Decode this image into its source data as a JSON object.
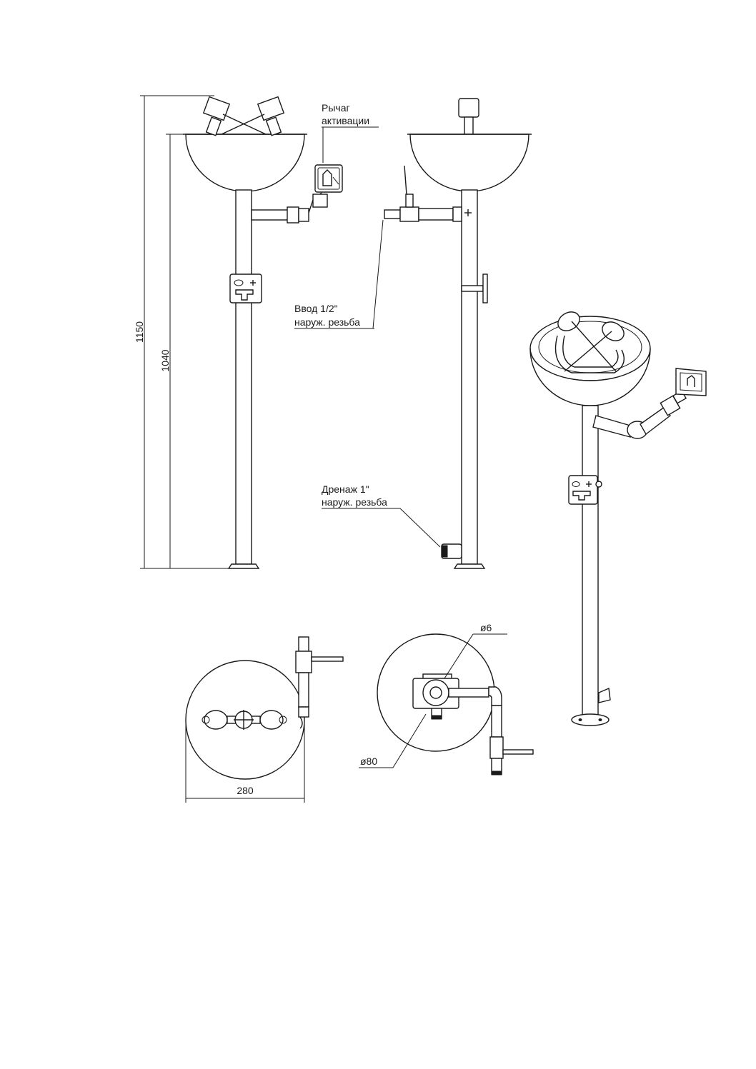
{
  "labels": {
    "lever_line1": "Рычаг",
    "lever_line2": "активации",
    "inlet_line1": "Ввод 1/2\"",
    "inlet_line2": "наруж. резьба",
    "drain_line1": "Дренаж 1\"",
    "drain_line2": "наруж. резьба"
  },
  "dimensions": {
    "total_height": "1150",
    "bowl_height": "1040",
    "bowl_diameter": "280",
    "base_diameter": "ø80",
    "hole_diameter": "ø6"
  }
}
